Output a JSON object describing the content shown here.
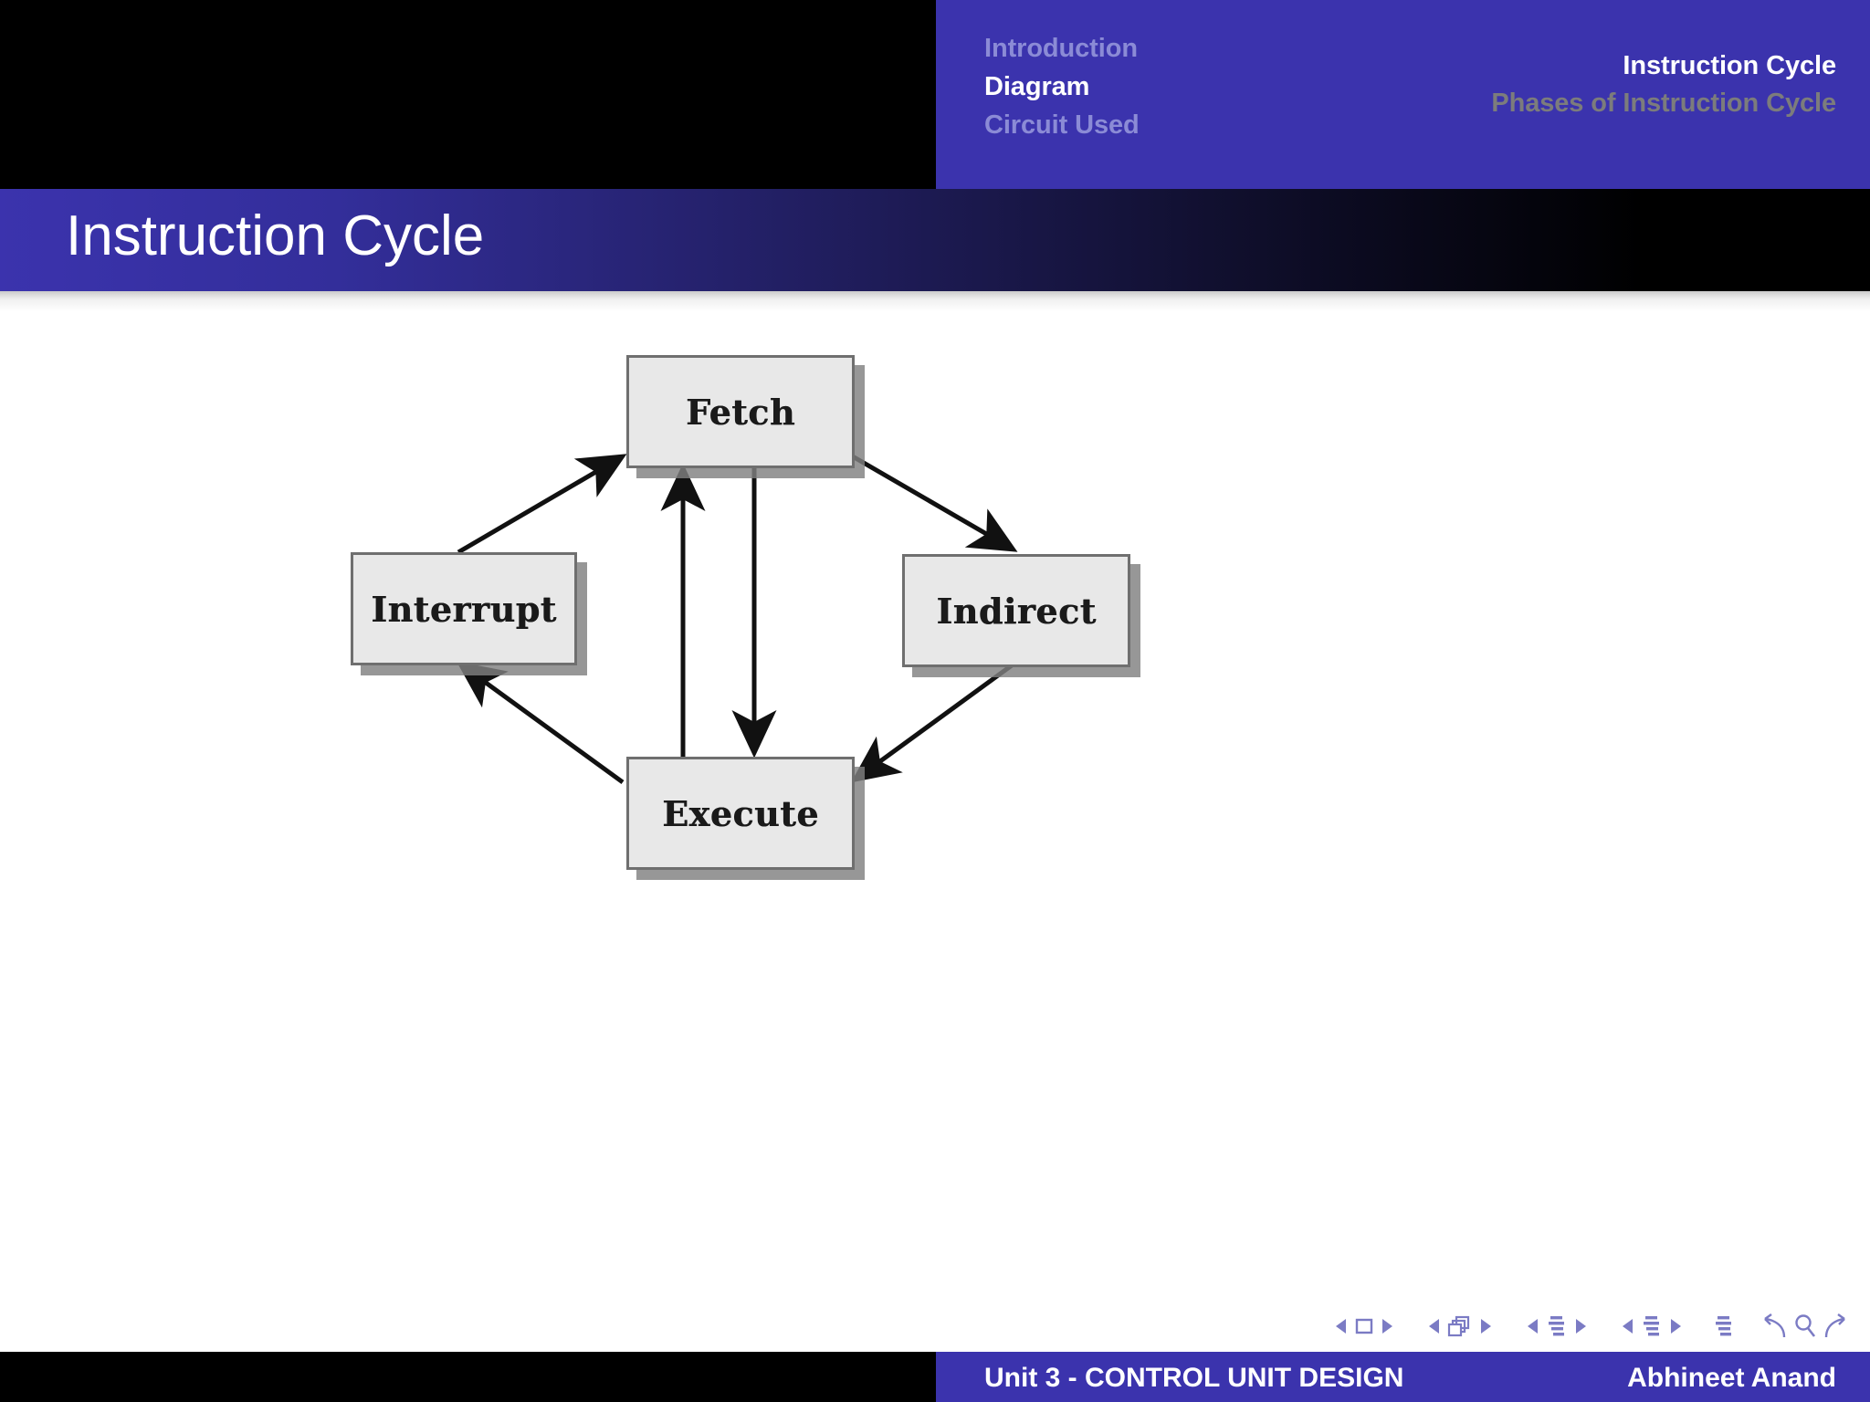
{
  "header": {
    "sections": [
      {
        "label": "Instruction Cycle",
        "state": "active"
      },
      {
        "label": "Phases of Instruction Cycle",
        "state": "dim"
      }
    ],
    "subsections": [
      {
        "label": "Introduction",
        "state": "dim"
      },
      {
        "label": "Diagram",
        "state": "active"
      },
      {
        "label": "Circuit Used",
        "state": "dim"
      }
    ]
  },
  "title": {
    "text": "Instruction Cycle"
  },
  "diagram": {
    "nodes": {
      "fetch": "Fetch",
      "indirect": "Indirect",
      "interrupt": "Interrupt",
      "execute": "Execute"
    }
  },
  "navigation": {
    "symbols": [
      "prev-slide-arrow",
      "slide-icon",
      "next-slide-arrow",
      "prev-frame-arrow",
      "frames-icon",
      "next-frame-arrow",
      "prev-subsection-arrow",
      "subsection-icon",
      "next-subsection-arrow",
      "prev-section-arrow",
      "section-icon",
      "next-section-arrow",
      "document-icon",
      "back-icon",
      "search-icon",
      "forward-icon"
    ]
  },
  "footer": {
    "author": "Abhineet Anand",
    "subject": "Unit 3 - CONTROL UNIT DESIGN"
  },
  "colors": {
    "brand_blue": "#3b33ad",
    "header_black": "#000000",
    "dim_section": "#7c7c7c",
    "dim_subsection": "#8b8bd6",
    "nav_symbol": "#7b7bc4",
    "box_fill": "#e8e8e8",
    "box_border": "#6f6f6f"
  }
}
